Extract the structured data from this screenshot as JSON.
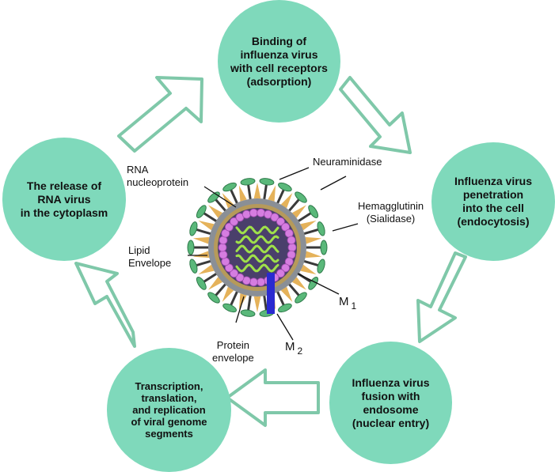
{
  "stages": {
    "binding": "Binding of\ninfluenza virus\nwith cell receptors\n(adsorption)",
    "penetration": "Influenza virus\npenetration\ninto the cell\n(endocytosis)",
    "fusion": "Influenza virus\nfusion with\nendosome\n(nuclear entry)",
    "transcription": "Transcription,\ntranslation,\nand replication\nof viral genome\nsegments",
    "release": "The release of\nRNA virus\nin the cytoplasm"
  },
  "labels": {
    "rna_nucleoprotein": "RNA\nnucleoprotein",
    "neuraminidase": "Neuraminidase",
    "hemagglutinin": "Hemagglutinin\n(Sialidase)",
    "lipid_envelope": "Lipid\nEnvelope",
    "protein_envelope": "Protein\nenvelope",
    "m1_letter": "M",
    "m1_sub": "1",
    "m2_letter": "M",
    "m2_sub": "2"
  },
  "colors": {
    "circle_fill": "#7fd9bb",
    "arrow_stroke": "#7fc8a9",
    "spike_green": "#5ab87a",
    "spike_tan": "#e5b25a",
    "envelope_gray": "#8a8f96",
    "membrane_pink": "#d57de0",
    "core_dark": "#4a3f6b",
    "rna_green": "#9fe04a",
    "m2_blue": "#2a2ad0"
  }
}
